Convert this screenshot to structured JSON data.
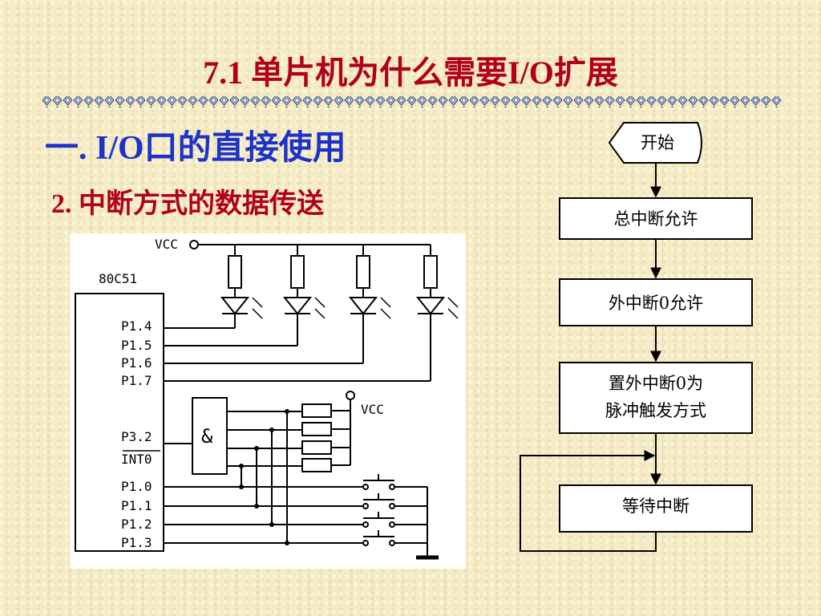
{
  "slide": {
    "title": "7.1  单片机为什么需要I/O扩展",
    "heading1": "一. I/O口的直接使用",
    "heading2": "2. 中断方式的数据传送"
  },
  "circuit": {
    "vcc_top": "VCC",
    "vcc_right": "VCC",
    "chip": "80C51",
    "pins_led": [
      "P1.4",
      "P1.5",
      "P1.6",
      "P1.7"
    ],
    "pin_int_top": "P3.2",
    "pin_int_bottom": "INT0",
    "gate": "&",
    "pins_key": [
      "P1.0",
      "P1.1",
      "P1.2",
      "P1.3"
    ]
  },
  "flowchart": {
    "start": "开始",
    "steps": [
      "总中断允许",
      "外中断0允许",
      "置外中断0为",
      "脉冲触发方式",
      "等待中断"
    ]
  }
}
